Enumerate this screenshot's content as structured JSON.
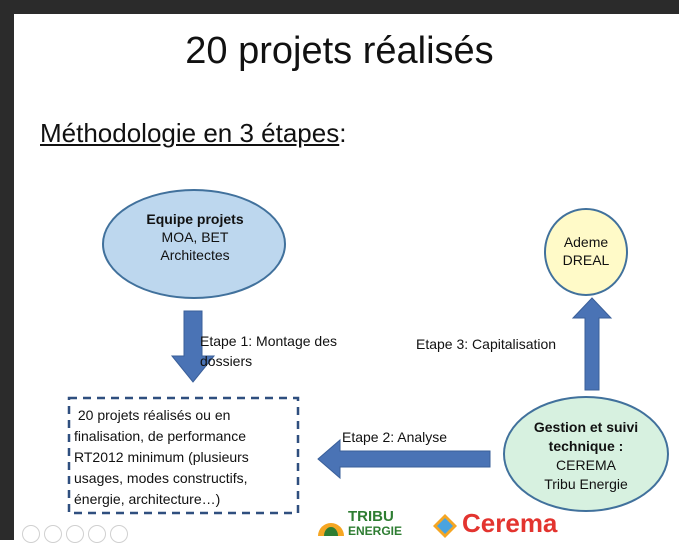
{
  "title": "20 projets réalisés",
  "subtitle": {
    "main": "Méthodologie en 3 étapes",
    "suffix": ":"
  },
  "nodes": {
    "equipe": {
      "title": "Equipe projets",
      "line1": "MOA, BET",
      "line2": "Architectes"
    },
    "ademe": {
      "line1": "Ademe",
      "line2": "DREAL"
    },
    "gestion": {
      "title1": "Gestion et suivi",
      "title2": "technique :",
      "line1": "CEREMA",
      "line2": "Tribu Energie"
    },
    "projets": {
      "lines": [
        " 20 projets réalisés ou en",
        "finalisation, de performance",
        "RT2012 minimum (plusieurs",
        "usages, modes constructifs,",
        "énergie, architecture…)"
      ]
    }
  },
  "steps": {
    "step1": {
      "line1": "Etape 1: Montage des",
      "line2": "dossiers"
    },
    "step2": "Etape 2: Analyse",
    "step3": "Etape 3: Capitalisation"
  },
  "logos": {
    "tribu_top": "TRIBU",
    "tribu_bottom": "ENERGIE",
    "cerema": "Cerema"
  },
  "colors": {
    "blue_fill": "#bdd7ee",
    "green_fill": "#d7f1e0",
    "yellow_fill": "#fffac8",
    "arrow": "#4a73b5",
    "cerema": "#e3342f",
    "tribu": "#2e7d32"
  }
}
